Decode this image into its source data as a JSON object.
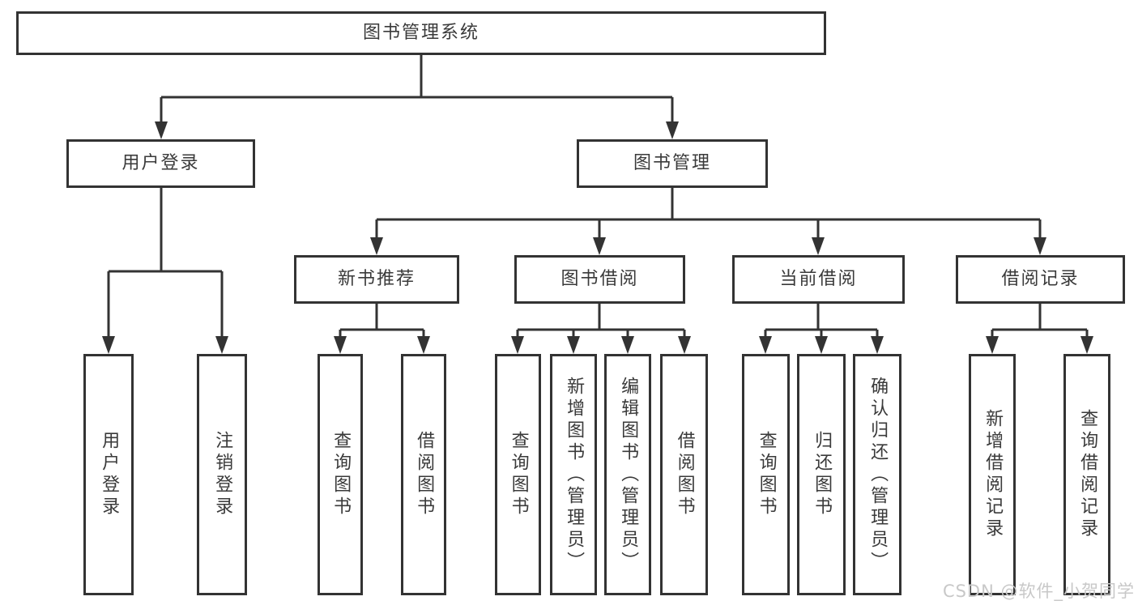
{
  "diagram_type": "hierarchy-tree",
  "colors": {
    "line": "#333333",
    "box_border": "#333333",
    "box_background": "#ffffff",
    "text": "#3a3a3a",
    "watermark": "#c8c8c8"
  },
  "tree": {
    "label": "图书管理系统",
    "children": [
      {
        "label": "用户登录",
        "children": [
          {
            "label": "用户登录"
          },
          {
            "label": "注销登录"
          }
        ]
      },
      {
        "label": "图书管理",
        "children": [
          {
            "label": "新书推荐",
            "children": [
              {
                "label": "查询图书"
              },
              {
                "label": "借阅图书"
              }
            ]
          },
          {
            "label": "图书借阅",
            "children": [
              {
                "label": "查询图书"
              },
              {
                "label": "新增图书（管理员）"
              },
              {
                "label": "编辑图书（管理员）"
              },
              {
                "label": "借阅图书"
              }
            ]
          },
          {
            "label": "当前借阅",
            "children": [
              {
                "label": "查询图书"
              },
              {
                "label": "归还图书"
              },
              {
                "label": "确认归还（管理员）"
              }
            ]
          },
          {
            "label": "借阅记录",
            "children": [
              {
                "label": "新增借阅记录"
              },
              {
                "label": "查询借阅记录"
              }
            ]
          }
        ]
      }
    ]
  },
  "watermark": {
    "text": "CSDN @软件_小贺同学"
  }
}
